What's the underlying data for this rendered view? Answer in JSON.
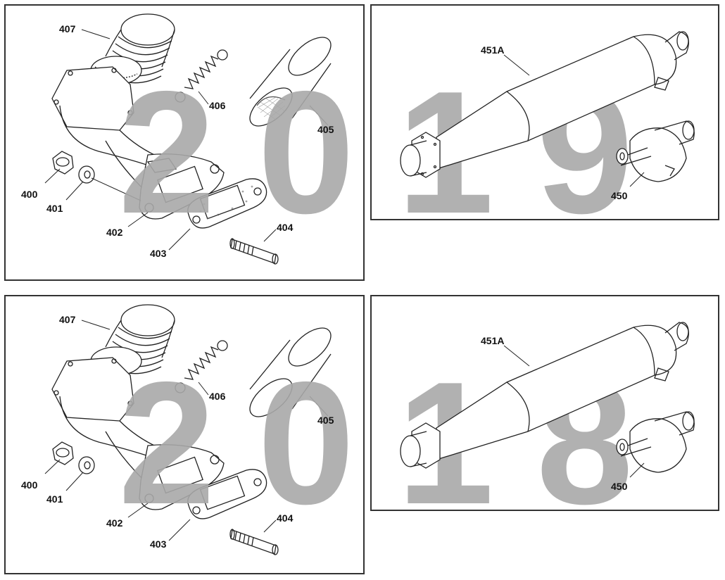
{
  "watermarks": {
    "top": "2019",
    "bottom": "2018"
  },
  "top_left_labels": {
    "p407": "407",
    "p406": "406",
    "p405": "405",
    "p400": "400",
    "p401": "401",
    "p402": "402",
    "p403": "403",
    "p404": "404"
  },
  "top_right_labels": {
    "p451a": "451A",
    "p450": "450"
  },
  "bottom_left_labels": {
    "p407": "407",
    "p406": "406",
    "p405": "405",
    "p400": "400",
    "p401": "401",
    "p402": "402",
    "p403": "403",
    "p404": "404"
  },
  "bottom_right_labels": {
    "p451a": "451A",
    "p450": "450"
  }
}
